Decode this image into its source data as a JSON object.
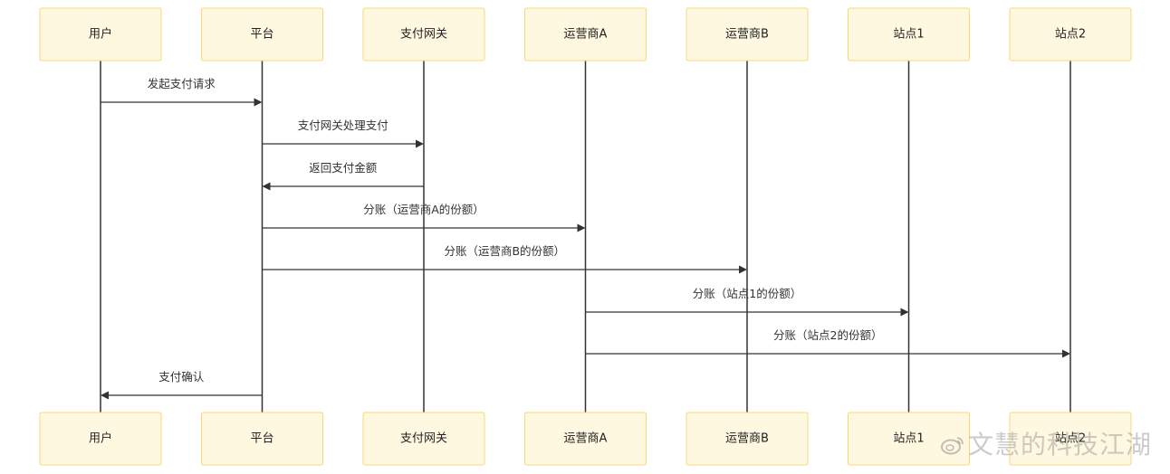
{
  "diagram": {
    "type": "sequence",
    "participants": [
      {
        "id": "user",
        "label": "用户"
      },
      {
        "id": "platform",
        "label": "平台"
      },
      {
        "id": "gateway",
        "label": "支付网关"
      },
      {
        "id": "opA",
        "label": "运营商A"
      },
      {
        "id": "opB",
        "label": "运营商B"
      },
      {
        "id": "site1",
        "label": "站点1"
      },
      {
        "id": "site2",
        "label": "站点2"
      }
    ],
    "messages": [
      {
        "from": "user",
        "to": "platform",
        "label": "发起支付请求"
      },
      {
        "from": "platform",
        "to": "gateway",
        "label": "支付网关处理支付"
      },
      {
        "from": "gateway",
        "to": "platform",
        "label": "返回支付金额"
      },
      {
        "from": "platform",
        "to": "opA",
        "label": "分账（运营商A的份额）"
      },
      {
        "from": "platform",
        "to": "opB",
        "label": "分账（运营商B的份额）"
      },
      {
        "from": "opA",
        "to": "site1",
        "label": "分账（站点1的份额）"
      },
      {
        "from": "opA",
        "to": "site2",
        "label": "分账（站点2的份额）"
      },
      {
        "from": "platform",
        "to": "user",
        "label": "支付确认"
      }
    ],
    "colors": {
      "box_fill": "#fff8e1",
      "box_stroke": "#f6d879",
      "line": "#333333",
      "text": "#222222"
    }
  },
  "watermark": {
    "text": "文慧的科技江湖",
    "icon": "weibo-logo-icon"
  }
}
